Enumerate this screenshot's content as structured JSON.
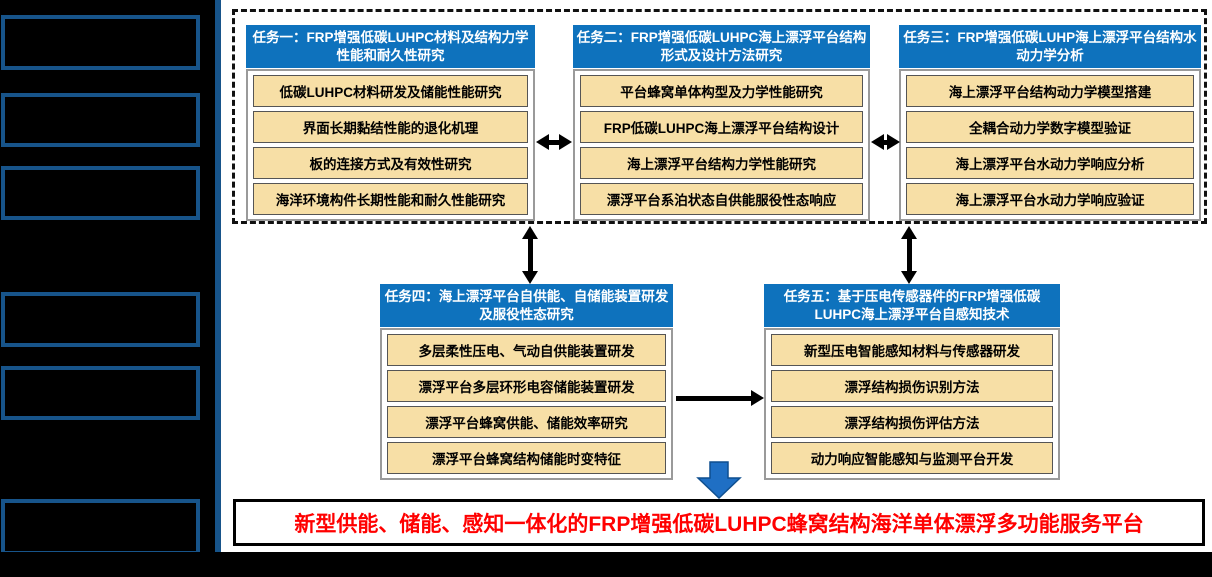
{
  "left_panel": {
    "description": "redacted black boxes, no visible text",
    "boxes": [
      "",
      "",
      "",
      "",
      "",
      ""
    ]
  },
  "tasks": [
    {
      "title": "任务一：FRP增强低碳LUHPC材料及结构力学性能和耐久性研究",
      "items": [
        "低碳LUHPC材料研发及储能性能研究",
        "界面长期黏结性能的退化机理",
        "板的连接方式及有效性研究",
        "海洋环境构件长期性能和耐久性能研究"
      ]
    },
    {
      "title": "任务二：FRP增强低碳LUHPC海上漂浮平台结构形式及设计方法研究",
      "items": [
        "平台蜂窝单体构型及力学性能研究",
        "FRP低碳LUHPC海上漂浮平台结构设计",
        "海上漂浮平台结构力学性能研究",
        "漂浮平台系泊状态自供能服役性态响应"
      ]
    },
    {
      "title": "任务三：FRP增强低碳LUHP海上漂浮平台结构水动力学分析",
      "items": [
        "海上漂浮平台结构动力学模型搭建",
        "全耦合动力学数字模型验证",
        "海上漂浮平台水动力学响应分析",
        "海上漂浮平台水动力学响应验证"
      ]
    },
    {
      "title": "任务四：海上漂浮平台自供能、自储能装置研发及服役性态研究",
      "items": [
        "多层柔性压电、气动自供能装置研发",
        "漂浮平台多层环形电容储能装置研发",
        "漂浮平台蜂窝供能、储能效率研究",
        "漂浮平台蜂窝结构储能时变特征"
      ]
    },
    {
      "title": "任务五：基于压电传感器件的FRP增强低碳LUHPC海上漂浮平台自感知技术",
      "items": [
        "新型压电智能感知材料与传感器研发",
        "漂浮结构损伤识别方法",
        "漂浮结构损伤评估方法",
        "动力响应智能感知与监测平台开发"
      ]
    }
  ],
  "banner": {
    "text": "新型供能、储能、感知一体化的FRP增强低碳LUHPC蜂窝结构海洋单体漂浮多功能服务平台"
  },
  "colors": {
    "task_header_blue": "#0e72bd",
    "task_item_tan": "#f7dfa6",
    "sidebar_border_blue": "#17548a",
    "banner_text_red": "#ff0000",
    "block_arrow_blue": "#1f6fc4",
    "arrow_black": "#000000"
  }
}
